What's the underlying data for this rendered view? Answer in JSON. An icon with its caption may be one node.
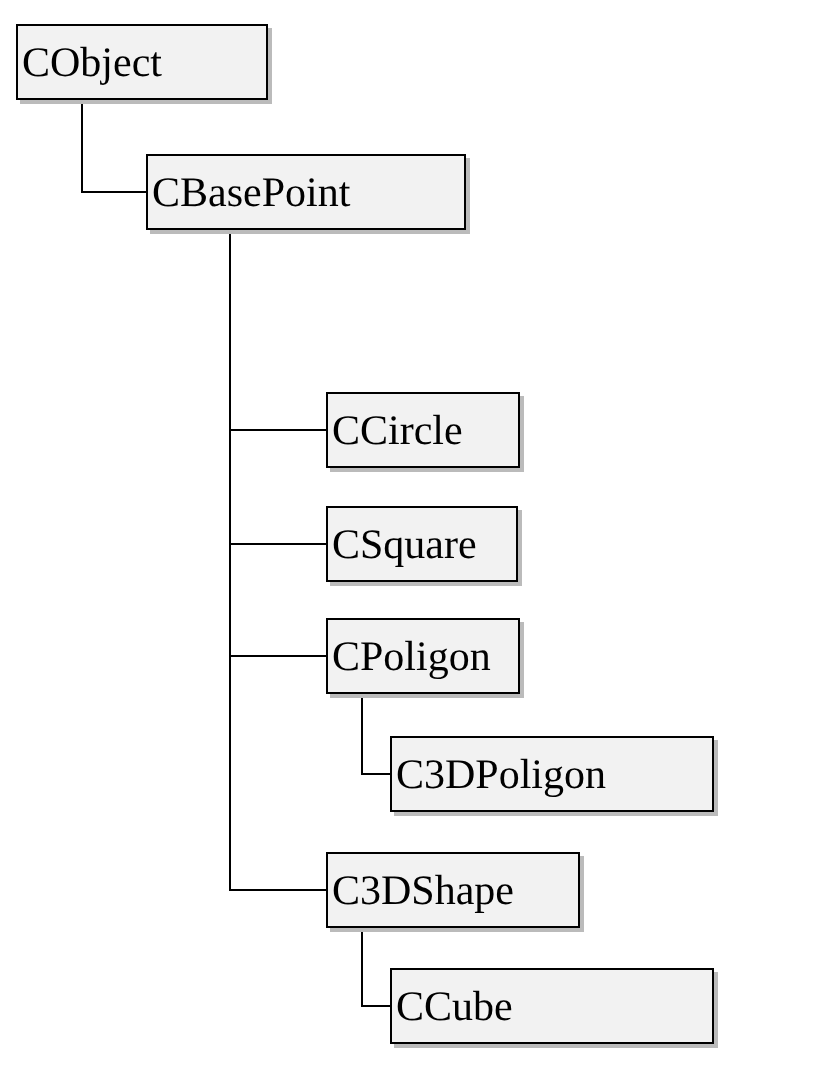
{
  "diagram": {
    "nodes": [
      {
        "text": [
          "CObject"
        ]
      },
      {
        "text": [
          "CBasePoint"
        ]
      },
      {
        "text": [
          "CCircle"
        ]
      },
      {
        "text": [
          "CSquare"
        ]
      },
      {
        "text": [
          "CPoligon"
        ]
      },
      {
        "text": [
          "C3DPoligon"
        ]
      },
      {
        "text": [
          "C3DShape"
        ]
      },
      {
        "text": [
          "CCube"
        ]
      }
    ],
    "edges": [
      {
        "from": 0,
        "to": 1,
        "arrow": "none"
      },
      {
        "from": 1,
        "to": 2,
        "arrow": "none"
      },
      {
        "from": 1,
        "to": 3,
        "arrow": "none"
      },
      {
        "from": 1,
        "to": 4,
        "arrow": "none"
      },
      {
        "from": 4,
        "to": 5,
        "arrow": "none"
      },
      {
        "from": 1,
        "to": 6,
        "arrow": "none"
      },
      {
        "from": 6,
        "to": 7,
        "arrow": "none"
      }
    ]
  }
}
